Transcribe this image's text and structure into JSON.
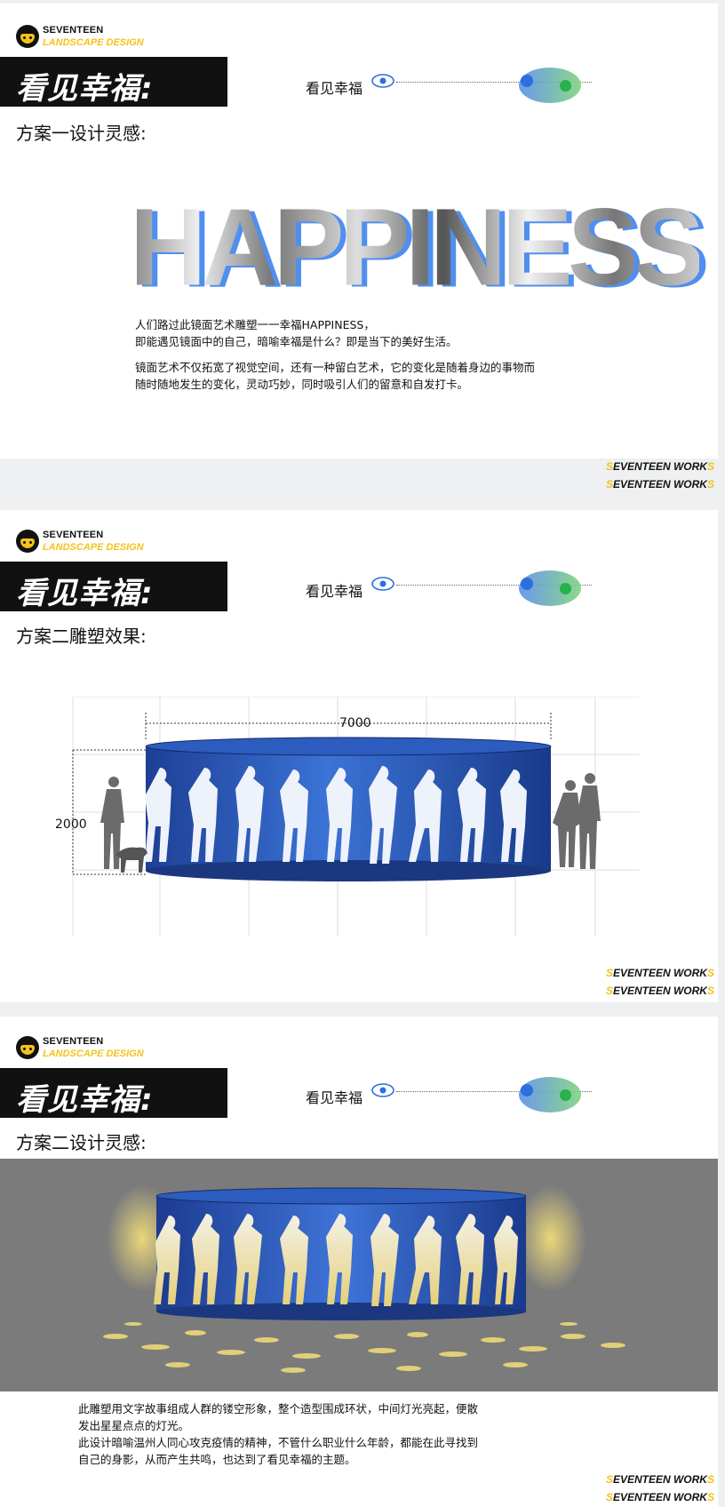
{
  "brand": {
    "line1": "SEVENTEEN",
    "line2": "LANDSCAPE DESIGN"
  },
  "banner": "看见幸福:",
  "mini_title": "看见幸福",
  "works": {
    "prefix": "S",
    "middle": "EVENTEEN WORK",
    "suffix": "S"
  },
  "panel1": {
    "subtitle": "方案一设计灵感:",
    "big_word": "HAPPINESS",
    "para1_line1": "人们路过此镜面艺术雕塑一一幸福HAPPINESS，",
    "para1_line2": "即能遇见镜面中的自己，暗喻幸福是什么？即是当下的美好生活。",
    "para2_line1": "镜面艺术不仅拓宽了视觉空间，还有一种留白艺术，它的变化是随着身边的事物而",
    "para2_line2": "随时随地发生的变化，灵动巧妙，同时吸引人们的留意和自发打卡。"
  },
  "panel2": {
    "subtitle": "方案二雕塑效果:",
    "width_label": "7000",
    "height_label": "2000"
  },
  "panel3": {
    "subtitle": "方案二设计灵感:",
    "text_line1": "此雕塑用文字故事组成人群的镂空形象，整个造型围成环状，中间灯光亮起，便散",
    "text_line2": "发出星星点点的灯光。",
    "text_line3": "此设计暗喻温州人同心攻克疫情的精神，不管什么职业什么年龄，都能在此寻找到",
    "text_line4": "自己的身影，从而产生共鸣，也达到了看见幸福的主题。"
  },
  "colors": {
    "accent_yellow": "#f4c21a",
    "sculpture_blue": "#2f5fc4",
    "banner_black": "#111111"
  }
}
